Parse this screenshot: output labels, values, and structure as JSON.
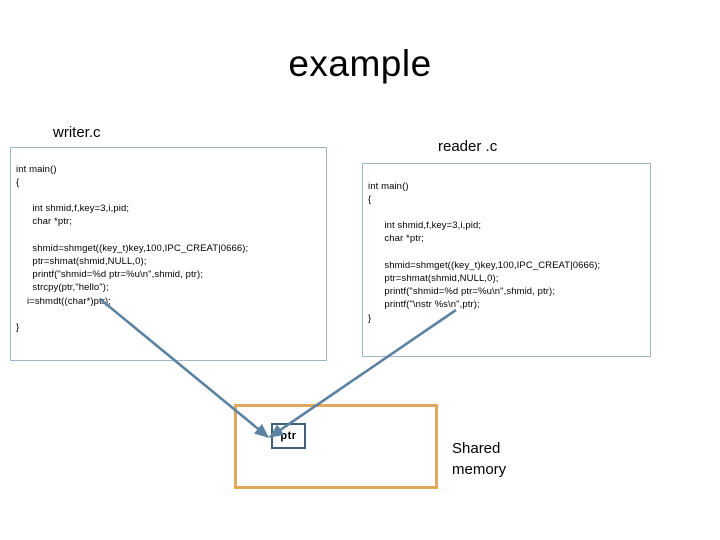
{
  "slide": {
    "title": "example",
    "background_color": "#ffffff"
  },
  "writer": {
    "label": "writer.c",
    "box_border_color": "#9fb4c7",
    "code": "int main()\n{\n\n      int shmid,f,key=3,i,pid;\n      char *ptr;\n\n      shmid=shmget((key_t)key,100,IPC_CREAT|0666);\n      ptr=shmat(shmid,NULL,0);\n      printf(\"shmid=%d ptr=%u\\n\",shmid, ptr);\n      strcpy(ptr,\"hello\");\n    i=shmdt((char*)ptr);\n\n}"
  },
  "reader": {
    "label": "reader .c",
    "box_border_color": "#9fb4c7",
    "code": "int main()\n{\n\n      int shmid,f,key=3,i,pid;\n      char *ptr;\n\n      shmid=shmget((key_t)key,100,IPC_CREAT|0666);\n      ptr=shmat(shmid,NULL,0);\n      printf(\"shmid=%d ptr=%u\\n\",shmid, ptr);\n      printf(\"\\nstr %s\\n\",ptr);\n}"
  },
  "shared_memory": {
    "box_border_color": "#e0a75e",
    "label": "Shared\nmemory",
    "ptr_label": "ptr",
    "ptr_border_color": "#3d6180"
  },
  "connectors": {
    "color": "#5b82a0",
    "writer_to_ptr": "arrow from writer.c code to ptr box",
    "reader_to_ptr": "arrow from reader.c code to ptr box"
  }
}
